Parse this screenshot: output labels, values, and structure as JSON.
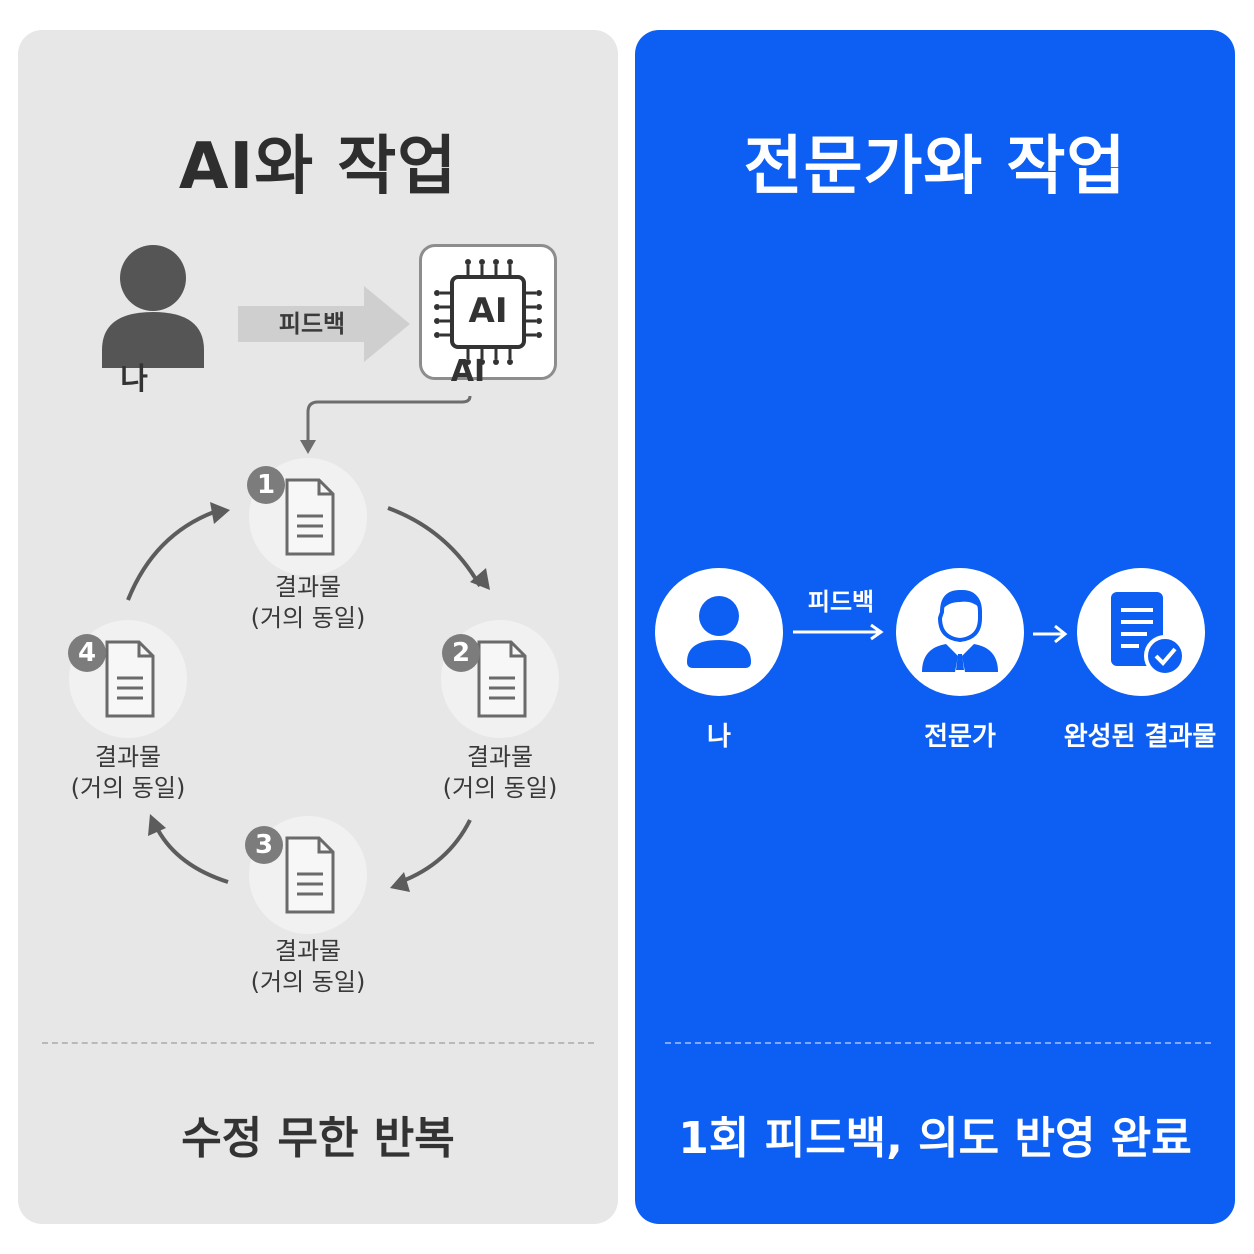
{
  "left": {
    "title": "AI와 작업",
    "me_label": "나",
    "feedback_label": "피드백",
    "ai_box_text": "AI",
    "ai_label": "AI",
    "cycle": [
      {
        "badge": "1",
        "line1": "결과물",
        "line2": "(거의 동일)"
      },
      {
        "badge": "2",
        "line1": "결과물",
        "line2": "(거의 동일)"
      },
      {
        "badge": "3",
        "line1": "결과물",
        "line2": "(거의 동일)"
      },
      {
        "badge": "4",
        "line1": "결과물",
        "line2": "(거의 동일)"
      }
    ],
    "footer": "수정 무한 반복"
  },
  "right": {
    "title": "전문가와 작업",
    "feedback_label": "피드백",
    "me_label": "나",
    "expert_label": "전문가",
    "result_label": "완성된 결과물",
    "footer": "1회 피드백, 의도 반영 완료"
  },
  "colors": {
    "left_panel_bg": "#e7e7e7",
    "right_panel_bg": "#0d5ef2",
    "icon_gray": "#555555",
    "icon_blue": "#0d5ef2"
  },
  "icons": [
    "person-icon",
    "chip-icon",
    "document-icon",
    "expert-icon",
    "document-check-icon"
  ]
}
